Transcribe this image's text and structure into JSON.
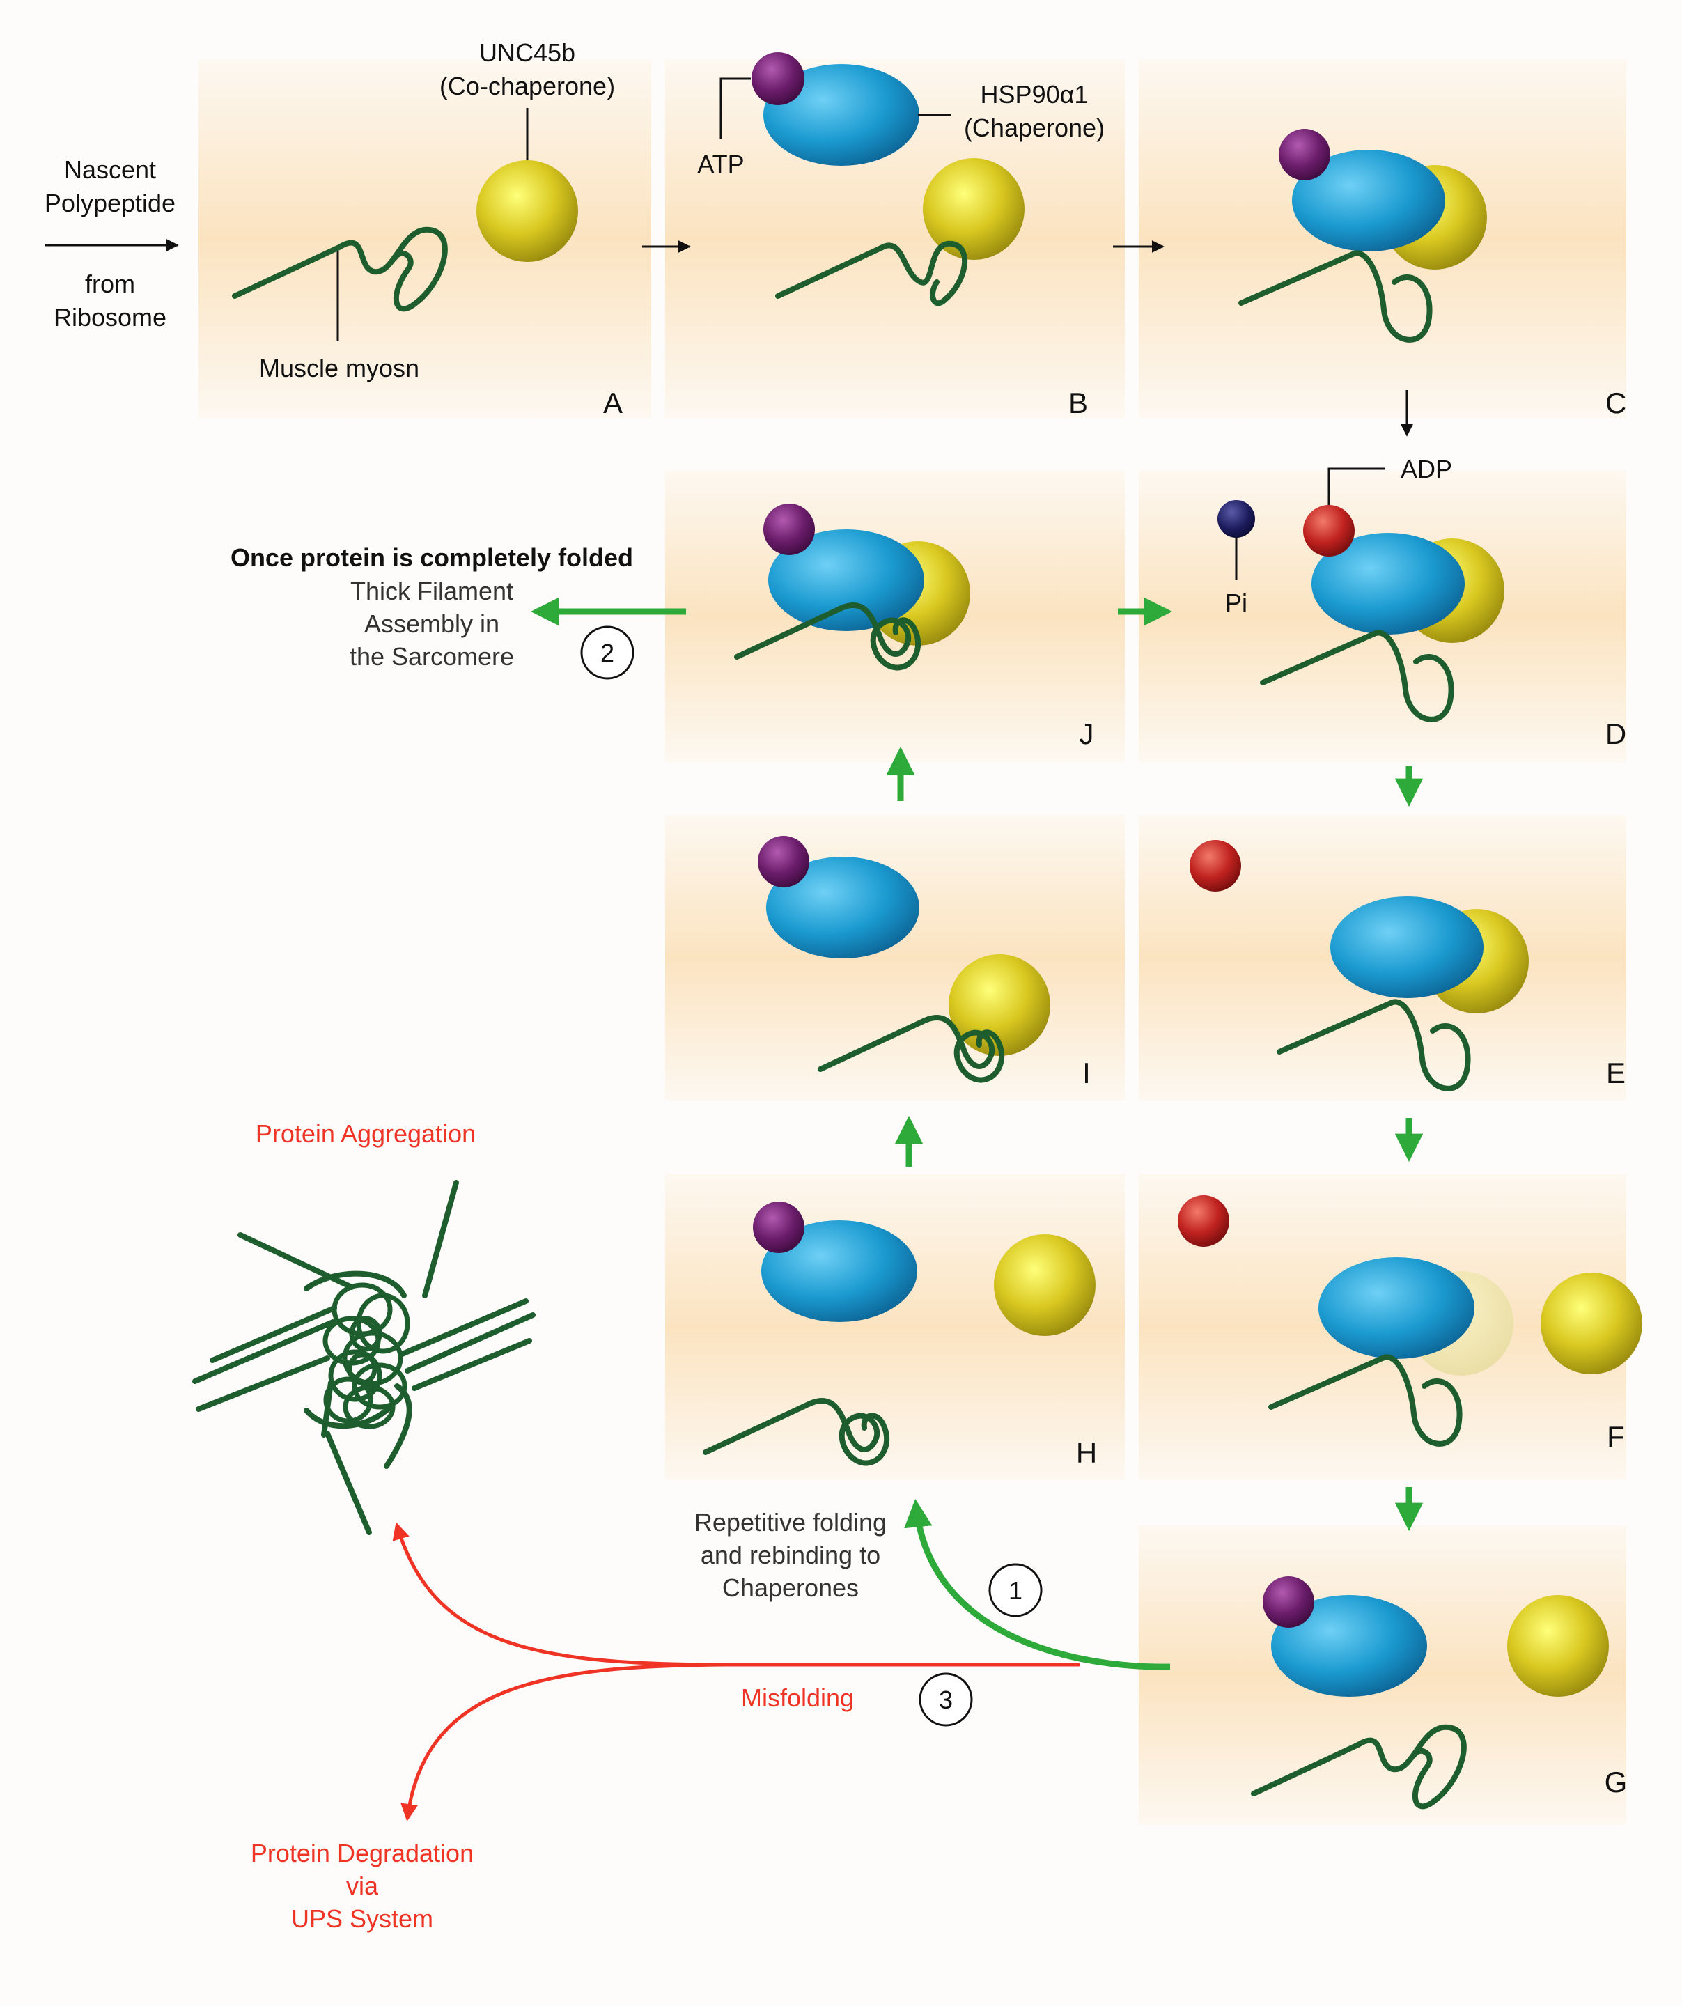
{
  "labels": {
    "nascent": [
      "Nascent",
      "Polypeptide"
    ],
    "from": "from",
    "ribosome": "Ribosome",
    "unc45b": "UNC45b",
    "cochaperone": "(Co-chaperone)",
    "muscle_myosin": "Muscle myosn",
    "atp": "ATP",
    "hsp90": "HSP90α1",
    "chaperone": "(Chaperone)",
    "adp": "ADP",
    "pi": "Pi",
    "once_folded": "Once protein is completely folded",
    "thick": [
      "Thick Filament",
      "Assembly in",
      "the Sarcomere"
    ],
    "repetitive": [
      "Repetitive folding",
      "and rebinding to",
      "Chaperones"
    ],
    "misfolding": "Misfolding",
    "aggregation": "Protein Aggregation",
    "degradation": [
      "Protein Degradation",
      "via",
      "UPS System"
    ]
  },
  "panels": [
    "A",
    "B",
    "C",
    "D",
    "E",
    "F",
    "G",
    "H",
    "I",
    "J"
  ],
  "steps": [
    "1",
    "2",
    "3"
  ],
  "colors": {
    "chaperone": "#1a9ad0",
    "cochaperone": "#d9c820",
    "atp": "#6b1d6b",
    "adp": "#c0221f",
    "pi": "#1c1c5e",
    "myosin": "#1e5e2e",
    "arrow_green": "#2eaa3a",
    "arrow_red": "#ef3325",
    "panel_glow": "#fbe3c0"
  }
}
